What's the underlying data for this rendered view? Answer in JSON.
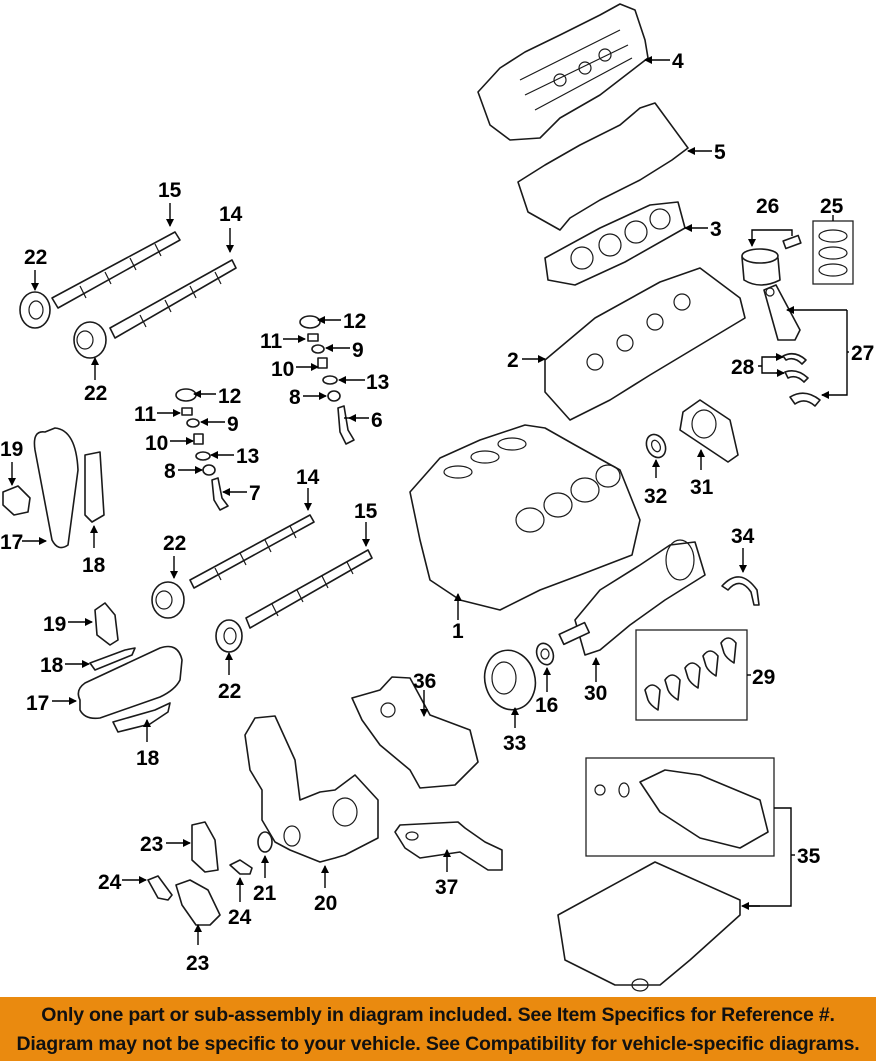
{
  "diagram": {
    "title": "Engine parts exploded diagram",
    "callouts": {
      "c1": "1",
      "c2": "2",
      "c3": "3",
      "c4": "4",
      "c5": "5",
      "c6": "6",
      "c7": "7",
      "c8a": "8",
      "c8b": "8",
      "c9a": "9",
      "c9b": "9",
      "c10a": "10",
      "c10b": "10",
      "c11a": "11",
      "c11b": "11",
      "c12a": "12",
      "c12b": "12",
      "c13a": "13",
      "c13b": "13",
      "c14a": "14",
      "c14b": "14",
      "c15a": "15",
      "c15b": "15",
      "c16": "16",
      "c17a": "17",
      "c17b": "17",
      "c18a": "18",
      "c18b": "18",
      "c18c": "18",
      "c19a": "19",
      "c19b": "19",
      "c20": "20",
      "c21": "21",
      "c22a": "22",
      "c22b": "22",
      "c22c": "22",
      "c22d": "22",
      "c23a": "23",
      "c23b": "23",
      "c24a": "24",
      "c24b": "24",
      "c25": "25",
      "c26": "26",
      "c27": "27",
      "c28": "28",
      "c29": "29",
      "c30": "30",
      "c31": "31",
      "c32": "32",
      "c33": "33",
      "c34": "34",
      "c35": "35",
      "c36": "36",
      "c37": "37"
    }
  },
  "banner": {
    "line1": "Only one part or sub-assembly in diagram included. See Item Specifics for Reference #.",
    "line2": "Diagram may not be specific to your vehicle. See Compatibility for vehicle-specific diagrams.",
    "background_color": "#ea8a0f"
  }
}
